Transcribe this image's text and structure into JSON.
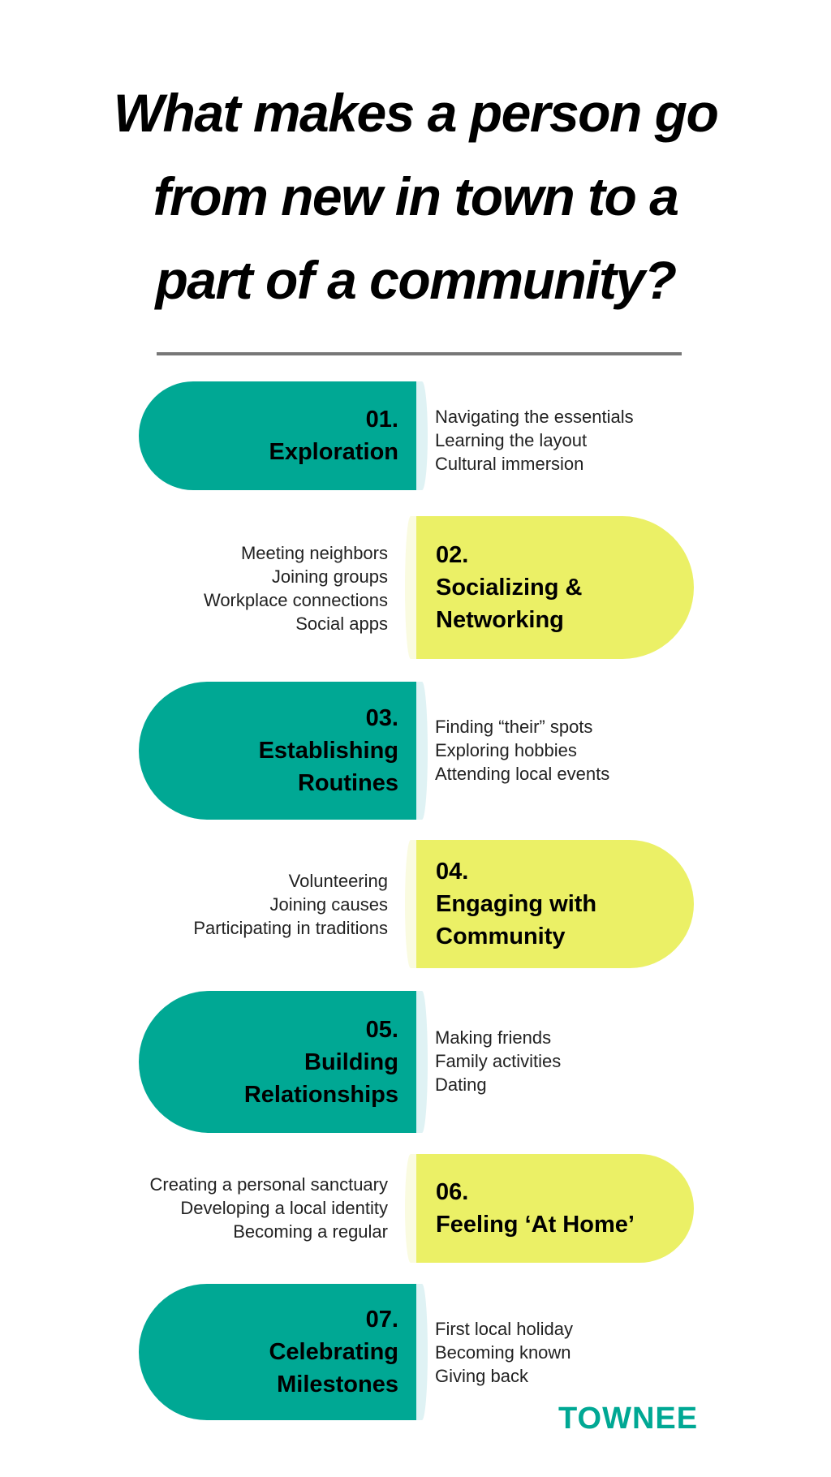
{
  "title": {
    "line1": "What makes a person go",
    "line2": "from new in town to a",
    "line3": "part of a community?"
  },
  "steps": [
    {
      "number": "01.",
      "label": "Exploration",
      "items": [
        "Navigating the essentials",
        "Learning the layout",
        "Cultural immersion"
      ]
    },
    {
      "number": "02.",
      "label_line1": "Socializing &",
      "label_line2": "Networking",
      "items": [
        "Meeting neighbors",
        "Joining groups",
        "Workplace connections",
        "Social apps"
      ]
    },
    {
      "number": "03.",
      "label_line1": "Establishing",
      "label_line2": "Routines",
      "items": [
        "Finding “their” spots",
        "Exploring hobbies",
        "Attending local events"
      ]
    },
    {
      "number": "04.",
      "label_line1": "Engaging with",
      "label_line2": "Community",
      "items": [
        "Volunteering",
        "Joining causes",
        "Participating in traditions"
      ]
    },
    {
      "number": "05.",
      "label_line1": "Building",
      "label_line2": "Relationships",
      "items": [
        "Making friends",
        "Family activities",
        "Dating"
      ]
    },
    {
      "number": "06.",
      "label": "Feeling ‘At Home’",
      "items": [
        "Creating a personal sanctuary",
        "Developing a local identity",
        "Becoming a regular"
      ]
    },
    {
      "number": "07.",
      "label_line1": "Celebrating",
      "label_line2": "Milestones",
      "items": [
        "First local holiday",
        "Becoming known",
        "Giving back"
      ]
    }
  ],
  "brand": "TOWNEE",
  "colors": {
    "teal": "#00a894",
    "yellow": "#ebf066",
    "text": "#000000",
    "divider": "#777777"
  }
}
